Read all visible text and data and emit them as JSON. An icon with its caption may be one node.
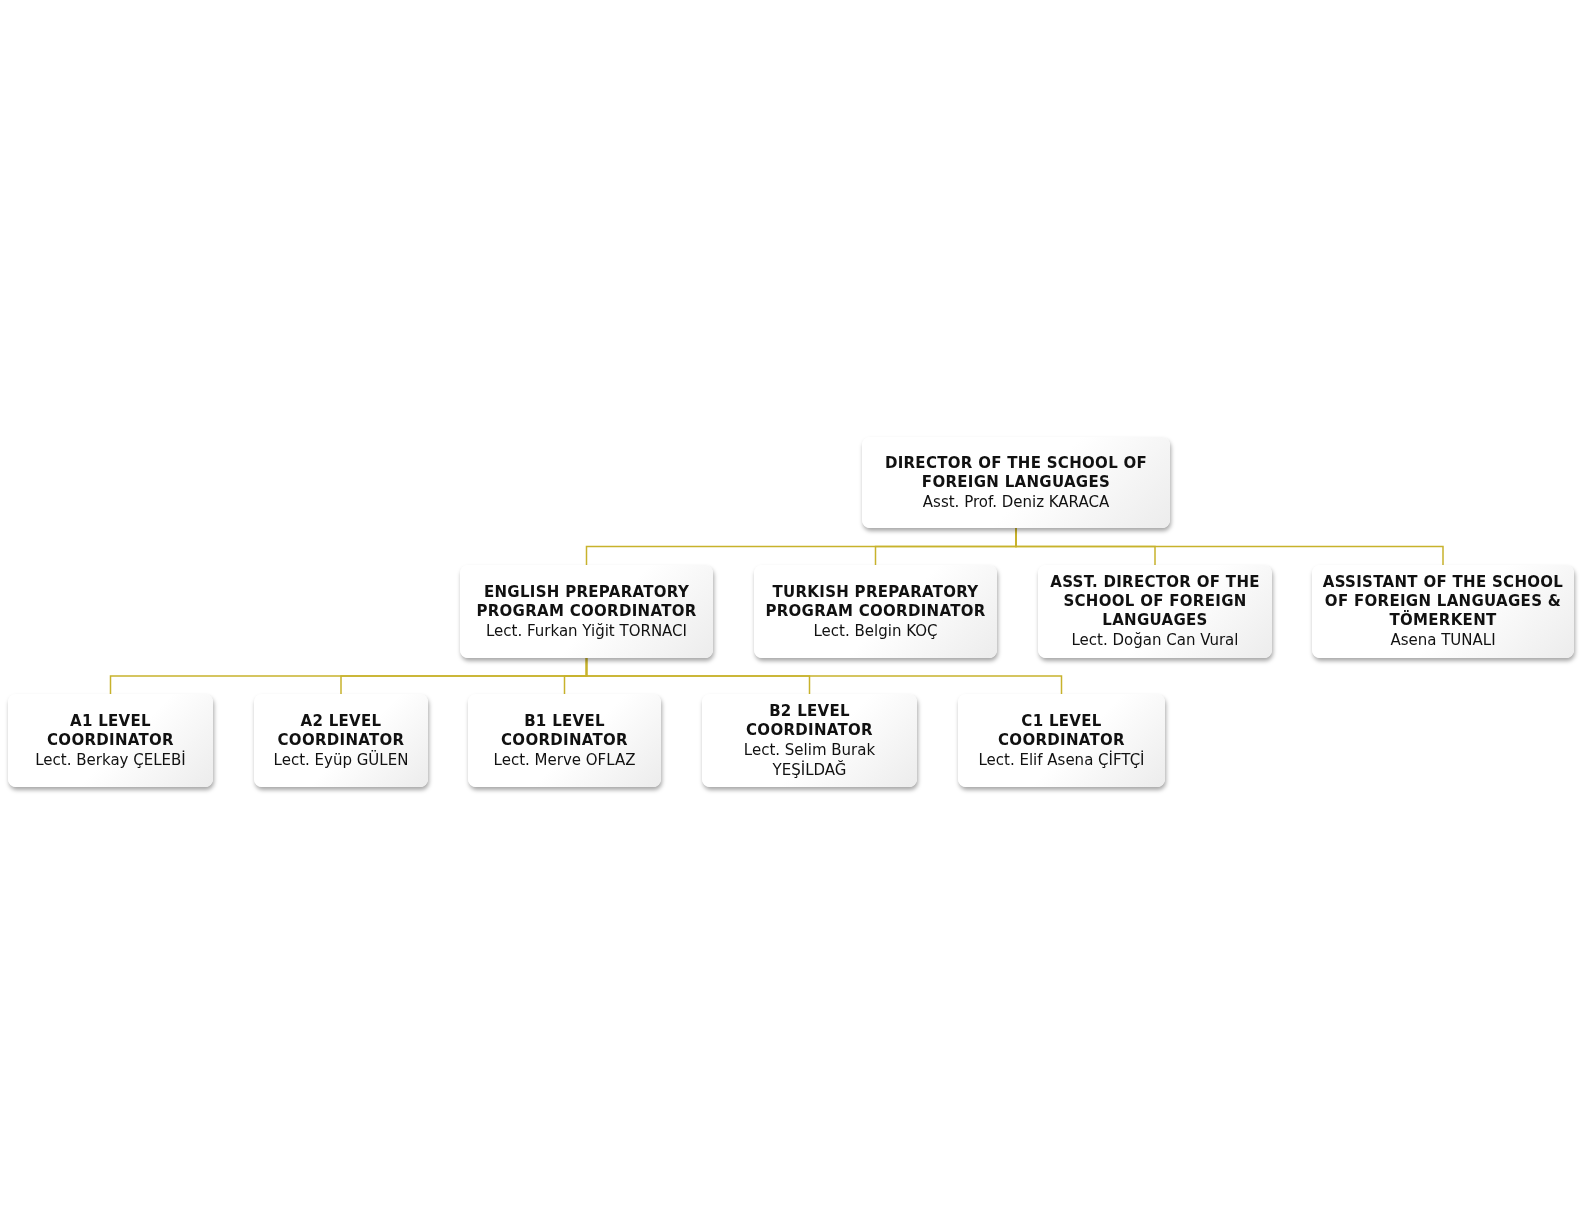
{
  "diagram": {
    "nodes": [
      {
        "text": [
          "DIRECTOR OF THE SCHOOL OF FOREIGN LANGUAGES",
          "Asst. Prof. Deniz KARACA"
        ]
      },
      {
        "text": [
          "ENGLISH PREPARATORY PROGRAM COORDINATOR",
          "Lect. Furkan Yiğit TORNACI"
        ]
      },
      {
        "text": [
          "TURKISH PREPARATORY PROGRAM COORDINATOR",
          "Lect. Belgin KOÇ"
        ]
      },
      {
        "text": [
          "ASST. DIRECTOR OF THE SCHOOL OF FOREIGN LANGUAGES",
          "Lect. Doğan Can Vural"
        ]
      },
      {
        "text": [
          "ASSISTANT OF THE SCHOOL OF FOREIGN LANGUAGES & TÖMERKENT",
          "Asena TUNALI"
        ]
      },
      {
        "text": [
          "A1 LEVEL COORDINATOR",
          "Lect. Berkay ÇELEBİ"
        ]
      },
      {
        "text": [
          "A2 LEVEL COORDINATOR",
          "Lect. Eyüp GÜLEN"
        ]
      },
      {
        "text": [
          "B1 LEVEL COORDINATOR",
          "Lect. Merve OFLAZ"
        ]
      },
      {
        "text": [
          "B2 LEVEL COORDINATOR",
          "Lect. Selim Burak YEŞİLDAĞ"
        ]
      },
      {
        "text": [
          "C1 LEVEL COORDINATOR",
          "Lect. Elif Asena ÇİFTÇİ"
        ]
      }
    ],
    "edges": [
      {
        "from": 0,
        "to": 1,
        "arrow": "none"
      },
      {
        "from": 0,
        "to": 2,
        "arrow": "none"
      },
      {
        "from": 0,
        "to": 3,
        "arrow": "none"
      },
      {
        "from": 0,
        "to": 4,
        "arrow": "none"
      },
      {
        "from": 1,
        "to": 5,
        "arrow": "none"
      },
      {
        "from": 1,
        "to": 6,
        "arrow": "none"
      },
      {
        "from": 1,
        "to": 7,
        "arrow": "none"
      },
      {
        "from": 1,
        "to": 8,
        "arrow": "none"
      },
      {
        "from": 1,
        "to": 9,
        "arrow": "none"
      }
    ]
  }
}
